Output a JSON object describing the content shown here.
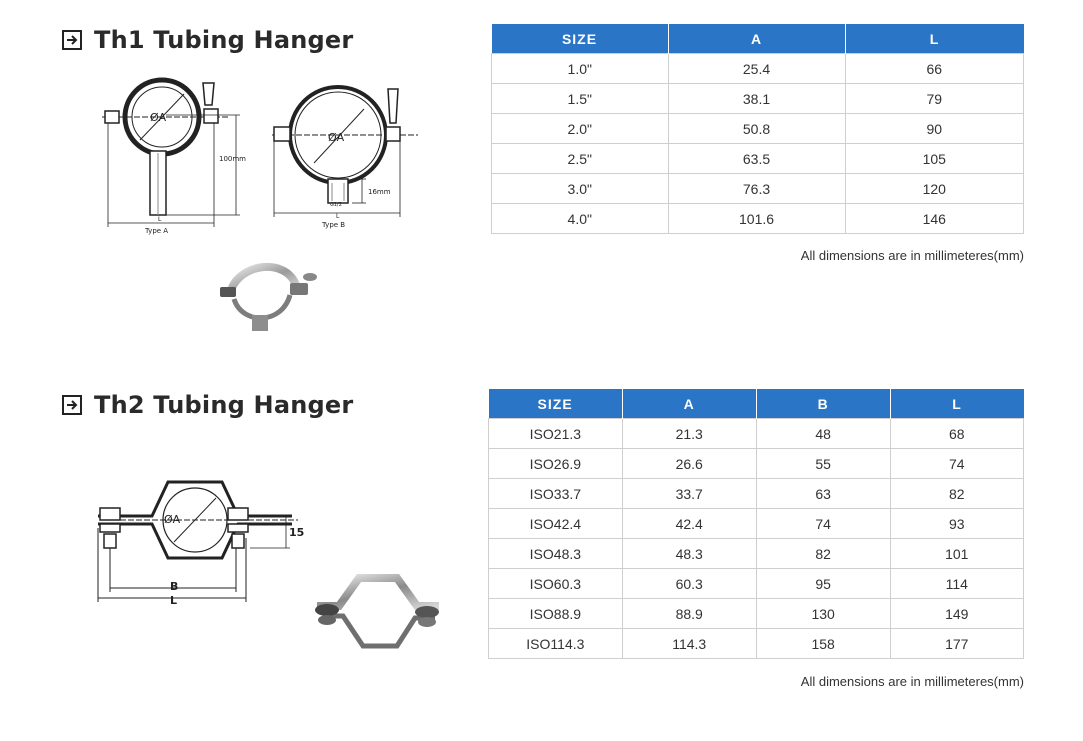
{
  "th1": {
    "title": "Th1 Tubing Hanger",
    "headers": [
      "SIZE",
      "A",
      "L"
    ],
    "rows": [
      [
        "1.0\"",
        "25.4",
        "66"
      ],
      [
        "1.5\"",
        "38.1",
        "79"
      ],
      [
        "2.0\"",
        "50.8",
        "90"
      ],
      [
        "2.5\"",
        "63.5",
        "105"
      ],
      [
        "3.0\"",
        "76.3",
        "120"
      ],
      [
        "4.0\"",
        "101.6",
        "146"
      ]
    ],
    "note": "All dimensions are in millimeteres(mm)",
    "drawing": {
      "type_a_label": "Type A",
      "type_b_label": "Type B",
      "dim_100": "100mm",
      "dim_16": "16mm",
      "phi_a": "ØA",
      "l_label": "L",
      "thread_label": "G1/2"
    }
  },
  "th2": {
    "title": "Th2 Tubing Hanger",
    "headers": [
      "SIZE",
      "A",
      "B",
      "L"
    ],
    "rows": [
      [
        "ISO21.3",
        "21.3",
        "48",
        "68"
      ],
      [
        "ISO26.9",
        "26.6",
        "55",
        "74"
      ],
      [
        "ISO33.7",
        "33.7",
        "63",
        "82"
      ],
      [
        "ISO42.4",
        "42.4",
        "74",
        "93"
      ],
      [
        "ISO48.3",
        "48.3",
        "82",
        "101"
      ],
      [
        "ISO60.3",
        "60.3",
        "95",
        "114"
      ],
      [
        "ISO88.9",
        "88.9",
        "130",
        "149"
      ],
      [
        "ISO114.3",
        "114.3",
        "158",
        "177"
      ]
    ],
    "note": "All dimensions are in millimeteres(mm)",
    "drawing": {
      "phi_a": "ØA",
      "dim_15": "15",
      "b_label": "B",
      "l_label": "L"
    }
  },
  "colors": {
    "header_blue": "#2a75c5",
    "grid": "#cfcfcf"
  },
  "icons": [
    "arrow-right-box-icon"
  ]
}
